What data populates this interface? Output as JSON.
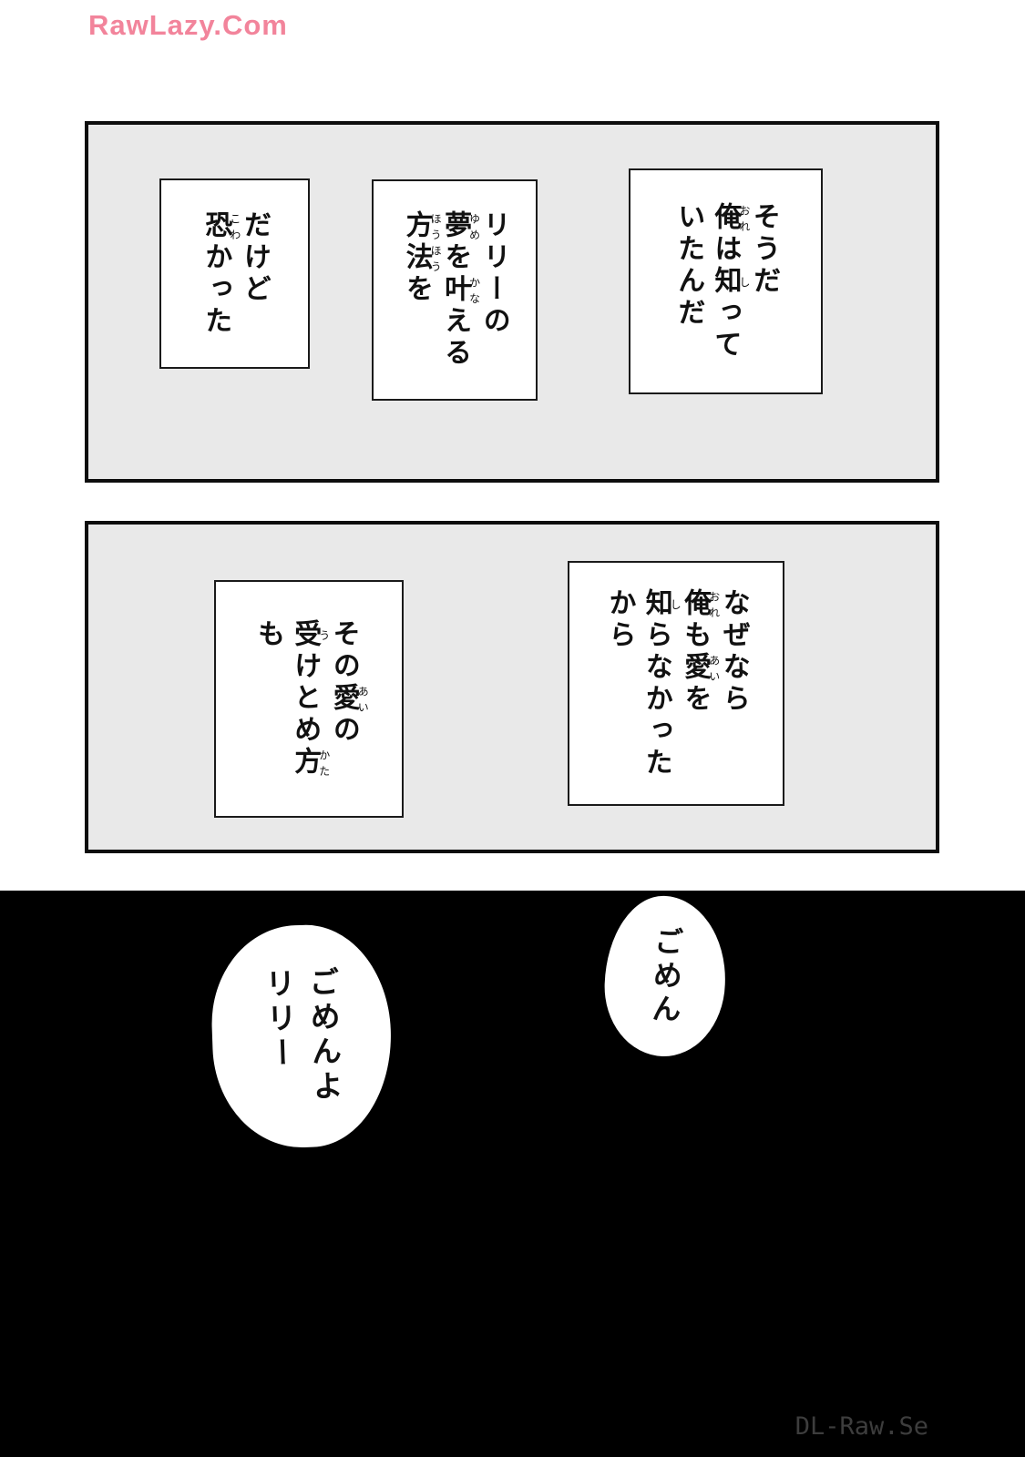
{
  "watermarks": {
    "top": "RawLazy.Com",
    "bottom": "DL-Raw.Se"
  },
  "colors": {
    "watermark_pink": "#f2849b",
    "panel_gray": "#e9e9e9",
    "section_black": "#000000",
    "text_black": "#111111"
  },
  "panels": [
    {
      "name": "flashback-panel-1",
      "boxes": [
        {
          "name": "caption-souda",
          "columns": [
            [
              {
                "t": "そうだ"
              }
            ],
            [
              {
                "t": "俺",
                "r": "おれ"
              },
              {
                "t": "は"
              },
              {
                "t": "知",
                "r": "し"
              },
              {
                "t": "って"
              }
            ],
            [
              {
                "t": "いたんだ"
              }
            ]
          ]
        },
        {
          "name": "caption-lily-yume",
          "columns": [
            [
              {
                "t": "リリーの"
              }
            ],
            [
              {
                "t": "夢",
                "r": "ゆめ"
              },
              {
                "t": "を"
              },
              {
                "t": "叶",
                "r": "かな"
              },
              {
                "t": "える"
              }
            ],
            [
              {
                "t": "方法",
                "r": "ほうほう"
              },
              {
                "t": "を"
              }
            ]
          ]
        },
        {
          "name": "caption-dakedo",
          "columns": [
            [
              {
                "t": "だけど"
              }
            ],
            [
              {
                "t": "恐",
                "r": "こわ"
              },
              {
                "t": "かった"
              }
            ]
          ]
        }
      ]
    },
    {
      "name": "flashback-panel-2",
      "boxes": [
        {
          "name": "caption-nazenara",
          "columns": [
            [
              {
                "t": "なぜなら"
              }
            ],
            [
              {
                "t": "俺",
                "r": "おれ"
              },
              {
                "t": "も"
              },
              {
                "t": "愛",
                "r": "あい"
              },
              {
                "t": "を"
              }
            ],
            [
              {
                "t": "知",
                "r": "し"
              },
              {
                "t": "らなかった"
              }
            ],
            [
              {
                "t": "から"
              }
            ]
          ]
        },
        {
          "name": "caption-sono-ai",
          "columns": [
            [
              {
                "t": "その"
              },
              {
                "t": "愛",
                "r": "あい"
              },
              {
                "t": "の"
              }
            ],
            [
              {
                "t": "受",
                "r": "う"
              },
              {
                "t": "けとめ"
              },
              {
                "t": "方",
                "r": "かた"
              }
            ],
            [
              {
                "t": "も"
              }
            ]
          ]
        }
      ]
    }
  ],
  "bubbles": [
    {
      "name": "speech-gomen",
      "columns": [
        [
          {
            "t": "ごめん"
          }
        ]
      ]
    },
    {
      "name": "speech-gomenyo-lily",
      "columns": [
        [
          {
            "t": "ごめんよ"
          }
        ],
        [
          {
            "t": "リリー"
          }
        ]
      ]
    }
  ]
}
